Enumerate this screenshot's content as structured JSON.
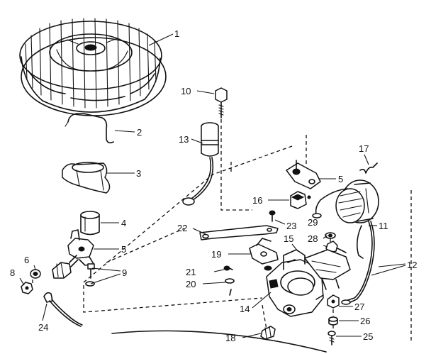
{
  "part_labels": [
    {
      "number": "1",
      "part": "flywheel"
    },
    {
      "number": "2",
      "part": "spring-clip"
    },
    {
      "number": "3",
      "part": "cover-boot"
    },
    {
      "number": "4",
      "part": "sleeve"
    },
    {
      "number": "5",
      "part": "bracket"
    },
    {
      "number": "5",
      "part": "bracket-upper"
    },
    {
      "number": "6",
      "part": "washer"
    },
    {
      "number": "8",
      "part": "nut"
    },
    {
      "number": "9",
      "part": "screw-and-washer"
    },
    {
      "number": "10",
      "part": "bolt"
    },
    {
      "number": "11",
      "part": "coil-drum"
    },
    {
      "number": "12",
      "part": "lead-wires"
    },
    {
      "number": "13",
      "part": "condenser"
    },
    {
      "number": "14",
      "part": "armature-base"
    },
    {
      "number": "15",
      "part": "armature-arm"
    },
    {
      "number": "16",
      "part": "terminal-block"
    },
    {
      "number": "17",
      "part": "spring-wire"
    },
    {
      "number": "18",
      "part": "plug"
    },
    {
      "number": "19",
      "part": "lever"
    },
    {
      "number": "20",
      "part": "lock-washer"
    },
    {
      "number": "21",
      "part": "screw"
    },
    {
      "number": "22",
      "part": "link-bar"
    },
    {
      "number": "23",
      "part": "small-screw"
    },
    {
      "number": "24",
      "part": "ground-wire"
    },
    {
      "number": "25",
      "part": "mount-screw"
    },
    {
      "number": "26",
      "part": "spacer"
    },
    {
      "number": "27",
      "part": "nut-lower"
    },
    {
      "number": "28",
      "part": "nut-upper"
    },
    {
      "number": "29",
      "part": "washer-upper"
    }
  ]
}
